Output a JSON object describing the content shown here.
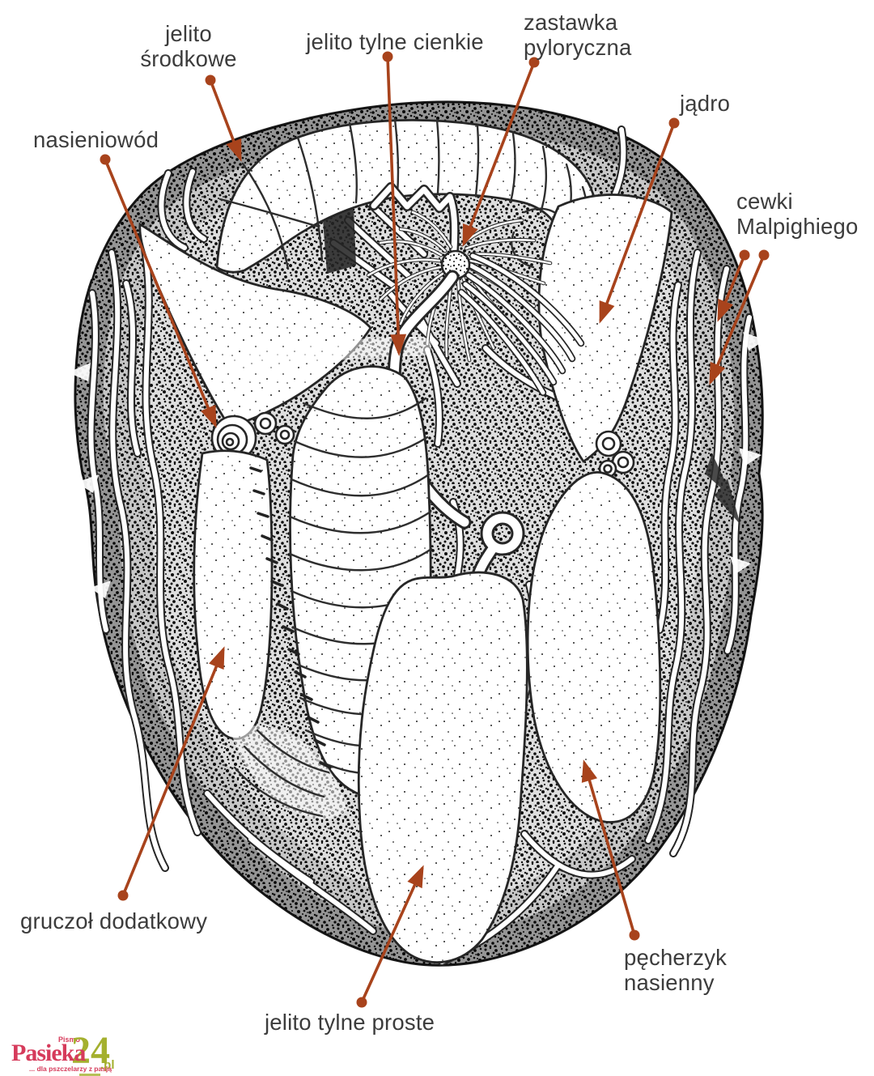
{
  "figure": {
    "labels": {
      "jelito_srodkowe": {
        "text": "jelito\nśrodkowe"
      },
      "jelito_tylne_cienkie": {
        "text": "jelito tylne cienkie"
      },
      "zastawka_pyloryczna": {
        "text": "zastawka\npyloryczna"
      },
      "jadro": {
        "text": "jądro"
      },
      "cewki_malpighiego": {
        "text": "cewki\nMalpighiego"
      },
      "nasieniowod": {
        "text": "nasieniowód"
      },
      "gruczol_dodatkowy": {
        "text": "gruczoł dodatkowy"
      },
      "jelito_tylne_proste": {
        "text": "jelito tylne proste"
      },
      "pecherzyk_nasienny": {
        "text": "pęcherzyk\nnasienny"
      }
    }
  },
  "logo": {
    "pismo": "Pismo",
    "name": "Pasieka",
    "number": "24",
    "tld": ".pl",
    "tagline": "... dla pszczelarzy z pasją"
  },
  "colors": {
    "arrow": "#a8431c",
    "label_text": "#3c3c3c",
    "logo_red": "#d63b5b",
    "logo_green": "#a4b02e"
  }
}
